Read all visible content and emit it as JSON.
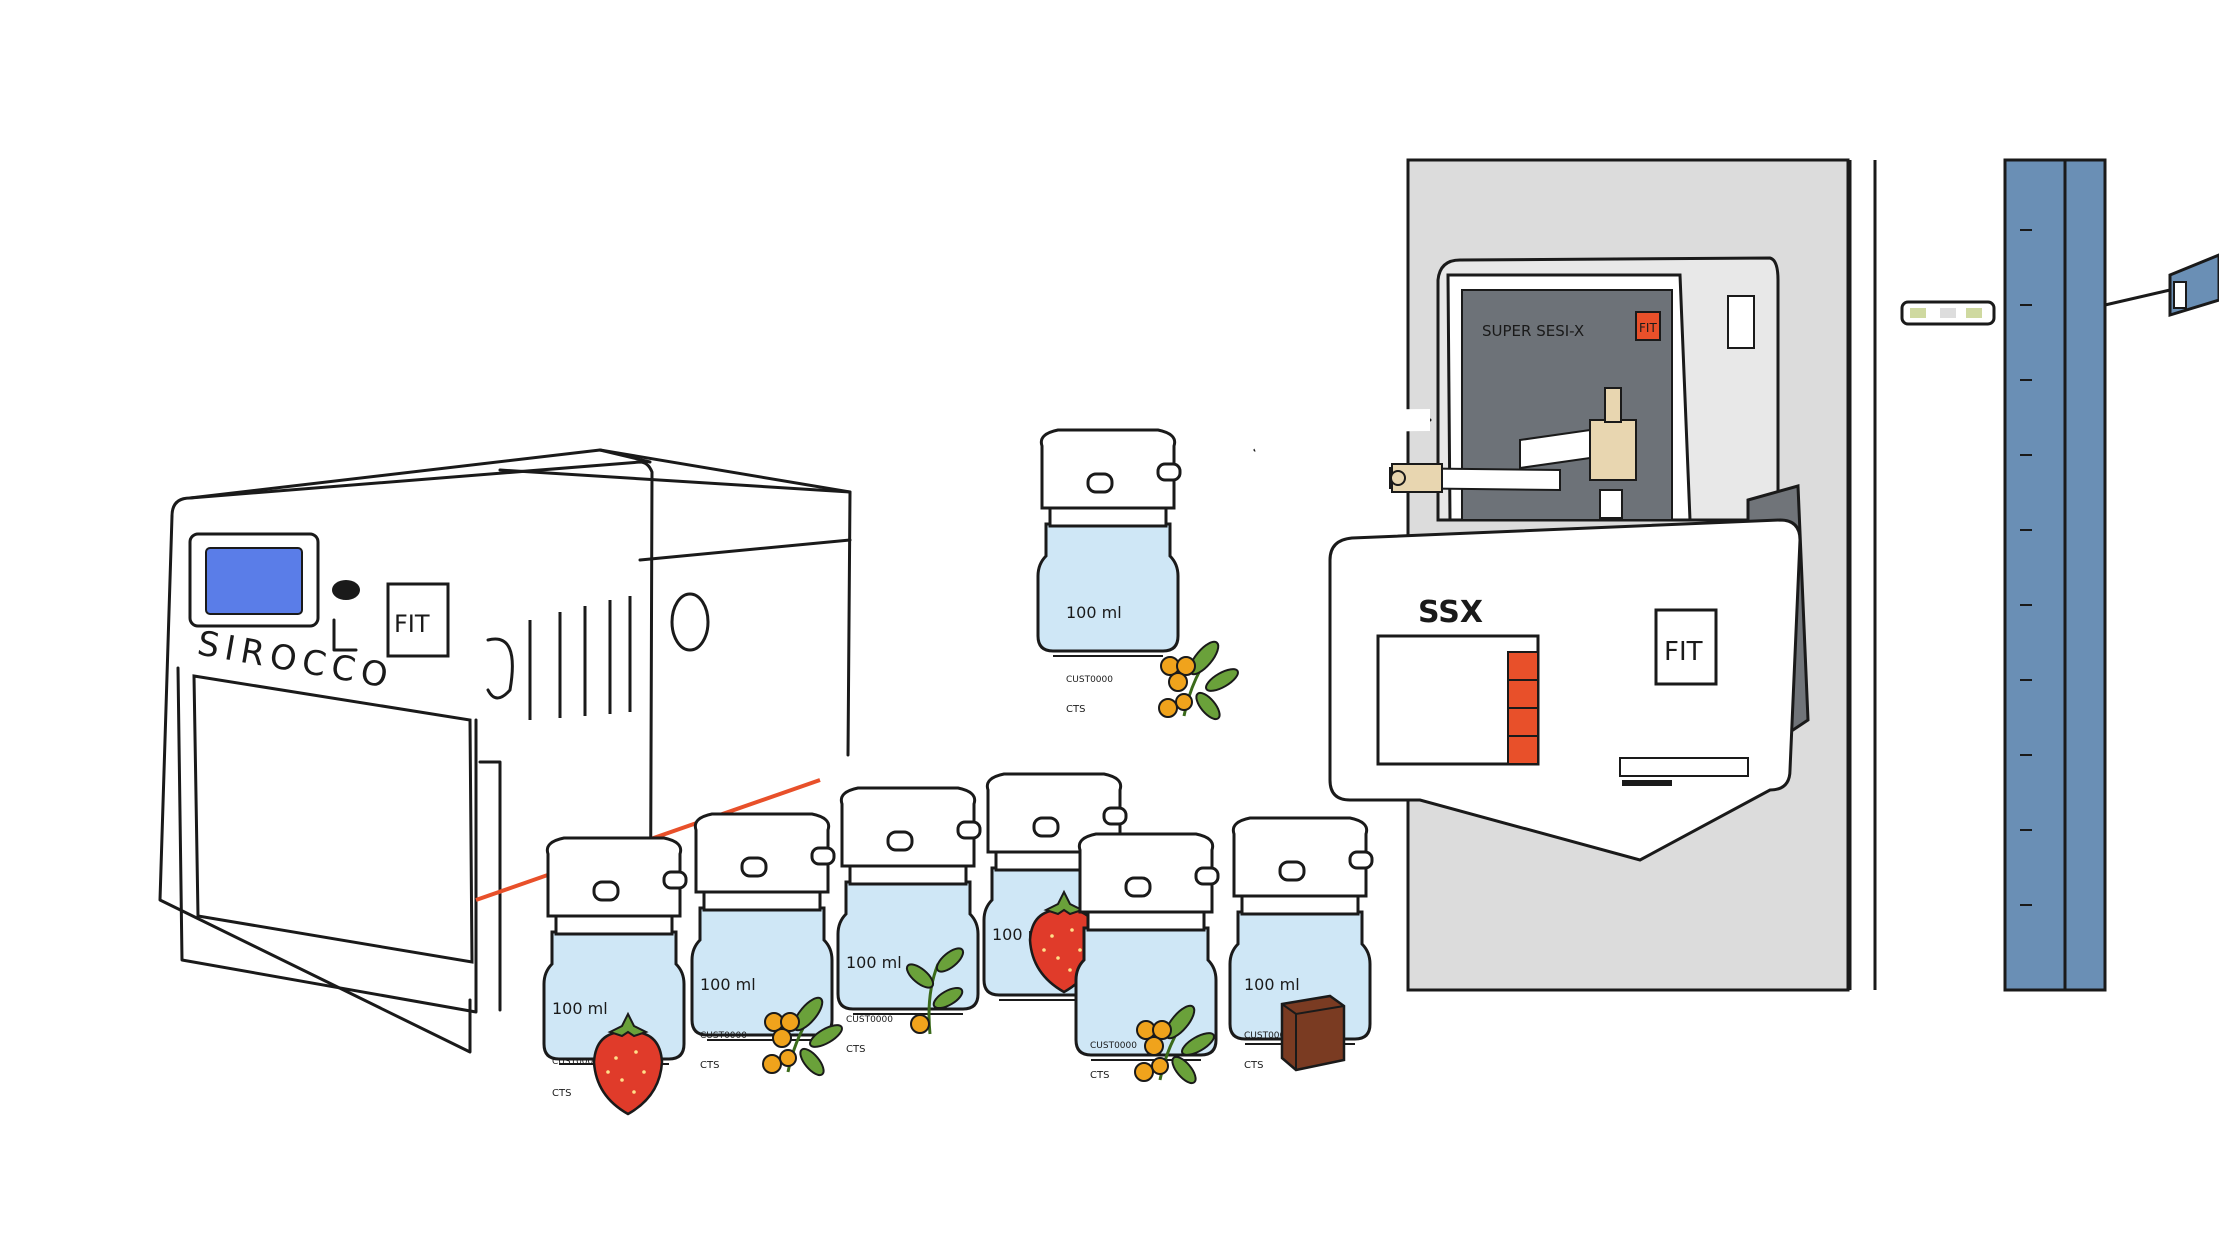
{
  "sirocco": {
    "name": "SIROCCO",
    "brand": "FIT"
  },
  "ssx": {
    "display_title": "SUPER SESI-X",
    "name": "SSX",
    "brand": "FIT"
  },
  "bottles": {
    "volume": "100 ml",
    "code": "CUST0000",
    "mark": "CTS",
    "contents": [
      "sea-buckthorn",
      "strawberry",
      "sea-buckthorn",
      "sprout",
      "strawberry",
      "sea-buckthorn",
      "cube"
    ]
  },
  "colors": {
    "screen": "#5a7de8",
    "bottle": "#cfe7f6",
    "cap": "#ffffff",
    "wall": "#dcdcdc",
    "accent": "#e8502a",
    "column": "#6a8fb5",
    "strawberry": "#e03b2a",
    "berry": "#f0a31c",
    "leaf": "#6aa13a",
    "cube": "#7a3b22"
  }
}
